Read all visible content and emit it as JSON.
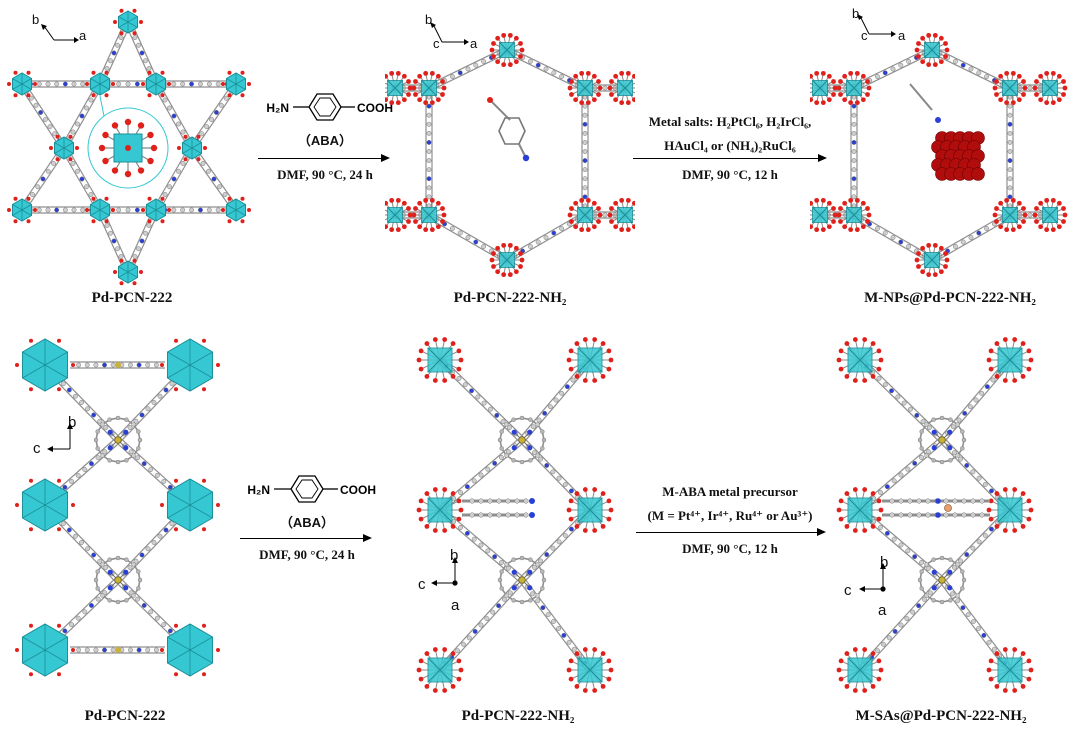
{
  "top_row": {
    "left": {
      "label": "Pd-PCN-222",
      "axes": {
        "vertical": "b",
        "horizontal": "a"
      }
    },
    "step1": {
      "reagent_nh2": "H₂N",
      "reagent_cooh": "COOH",
      "reagent_name": "（ABA）",
      "conditions": "DMF, 90 °C, 24 h"
    },
    "middle": {
      "label": "Pd-PCN-222-NH₂",
      "axes": {
        "vertical": "b",
        "depth": "c",
        "horizontal": "a"
      }
    },
    "step2": {
      "line1": "Metal salts: H₂PtCl₆, H₂IrCl₆,",
      "line2": "HAuCl₄ or (NH₄)₂RuCl₆",
      "conditions": "DMF, 90 °C, 12 h"
    },
    "right": {
      "label": "M-NPs@Pd-PCN-222-NH₂",
      "axes": {
        "vertical": "b",
        "depth": "c",
        "horizontal": "a"
      }
    }
  },
  "bottom_row": {
    "left": {
      "label": "Pd-PCN-222",
      "axes": {
        "vertical": "b",
        "horizontal": "c"
      }
    },
    "step1": {
      "reagent_nh2": "H₂N",
      "reagent_cooh": "COOH",
      "reagent_name": "（ABA）",
      "conditions": "DMF, 90 °C, 24 h"
    },
    "middle": {
      "label": "Pd-PCN-222-NH₂",
      "axes": {
        "vertical": "b",
        "horizontal": "c",
        "depth": "a"
      }
    },
    "step2": {
      "line1": "M-ABA metal precursor",
      "line2": "(M = Pt⁴⁺, Ir⁴⁺,  Ru⁴⁺ or Au³⁺)",
      "conditions": "DMF, 90 °C, 12 h"
    },
    "right": {
      "label": "M-SAs@Pd-PCN-222-NH₂",
      "axes": {
        "vertical": "b",
        "horizontal": "c",
        "depth": "a"
      }
    }
  },
  "colors": {
    "cluster": "#35c8d2",
    "oxygen": "#e0201b",
    "carbon": "#9a9a9a",
    "nitrogen": "#2a3fd6",
    "palladium": "#c9b23a",
    "nanoparticle": "#b10d0d",
    "highlight_ring": "#35c8d2"
  }
}
